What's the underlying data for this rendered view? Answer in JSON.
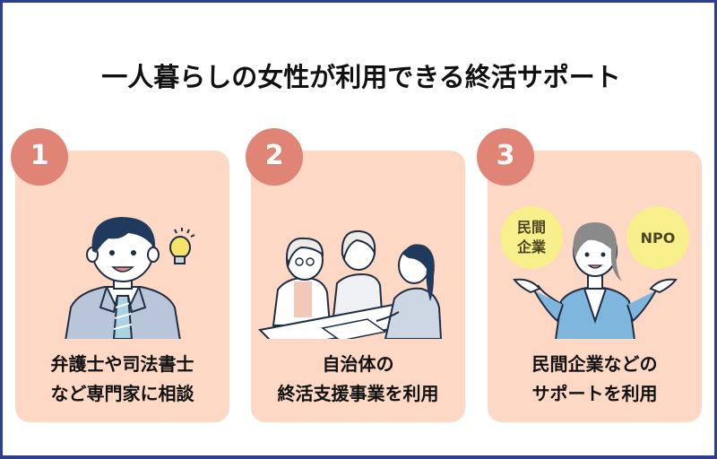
{
  "title": "一人暮らしの女性が利用できる終活サポート",
  "colors": {
    "frame_border": "#2f3f8f",
    "card_bg": "#fcd8c5",
    "badge_bg": "#e08476",
    "bubble_bg": "#f7ee8c"
  },
  "cards": [
    {
      "number": "1",
      "caption_line1": "弁護士や司法書士",
      "caption_line2": "など専門家に相談",
      "illustration": "businessman-with-lightbulb"
    },
    {
      "number": "2",
      "caption_line1": "自治体の",
      "caption_line2": "終活支援事業を利用",
      "illustration": "consultation-meeting"
    },
    {
      "number": "3",
      "caption_line1": "民間企業などの",
      "caption_line2": "サポートを利用",
      "illustration": "businesswoman-presenting",
      "bubbles": [
        {
          "line1": "民間",
          "line2": "企業"
        },
        {
          "line1": "NPO"
        }
      ]
    }
  ]
}
